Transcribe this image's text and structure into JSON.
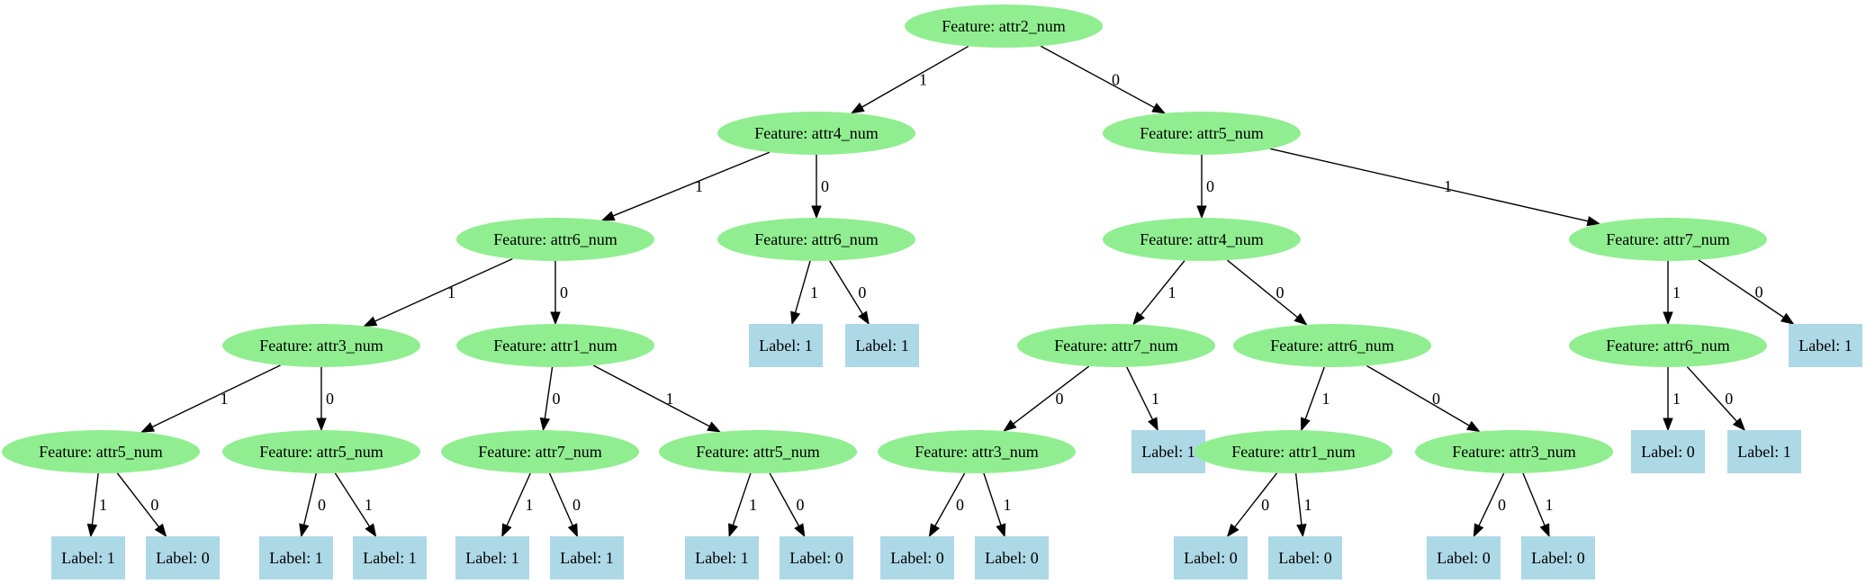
{
  "colors": {
    "feature_fill": "#90ee90",
    "leaf_fill": "#add8e6",
    "edge": "#000000",
    "text": "#000000"
  },
  "nodes": [
    {
      "id": "n0",
      "kind": "feature",
      "label": "Feature: attr2_num"
    },
    {
      "id": "n1",
      "kind": "feature",
      "label": "Feature: attr4_num"
    },
    {
      "id": "n2",
      "kind": "feature",
      "label": "Feature: attr5_num"
    },
    {
      "id": "n3",
      "kind": "feature",
      "label": "Feature: attr6_num"
    },
    {
      "id": "n4",
      "kind": "feature",
      "label": "Feature: attr6_num"
    },
    {
      "id": "n5",
      "kind": "feature",
      "label": "Feature: attr4_num"
    },
    {
      "id": "n6",
      "kind": "feature",
      "label": "Feature: attr7_num"
    },
    {
      "id": "n7",
      "kind": "feature",
      "label": "Feature: attr3_num"
    },
    {
      "id": "n8",
      "kind": "feature",
      "label": "Feature: attr1_num"
    },
    {
      "id": "n9",
      "kind": "leaf",
      "label": "Label: 1"
    },
    {
      "id": "n10",
      "kind": "leaf",
      "label": "Label: 1"
    },
    {
      "id": "n11",
      "kind": "feature",
      "label": "Feature: attr7_num"
    },
    {
      "id": "n12",
      "kind": "feature",
      "label": "Feature: attr6_num"
    },
    {
      "id": "n13",
      "kind": "feature",
      "label": "Feature: attr6_num"
    },
    {
      "id": "n14",
      "kind": "leaf",
      "label": "Label: 1"
    },
    {
      "id": "n15",
      "kind": "feature",
      "label": "Feature: attr5_num"
    },
    {
      "id": "n16",
      "kind": "feature",
      "label": "Feature: attr5_num"
    },
    {
      "id": "n17",
      "kind": "feature",
      "label": "Feature: attr7_num"
    },
    {
      "id": "n18",
      "kind": "feature",
      "label": "Feature: attr5_num"
    },
    {
      "id": "n19",
      "kind": "feature",
      "label": "Feature: attr3_num"
    },
    {
      "id": "n20",
      "kind": "leaf",
      "label": "Label: 1"
    },
    {
      "id": "n21",
      "kind": "feature",
      "label": "Feature: attr1_num"
    },
    {
      "id": "n22",
      "kind": "feature",
      "label": "Feature: attr3_num"
    },
    {
      "id": "n23",
      "kind": "leaf",
      "label": "Label: 0"
    },
    {
      "id": "n24",
      "kind": "leaf",
      "label": "Label: 1"
    },
    {
      "id": "n25",
      "kind": "leaf",
      "label": "Label: 1"
    },
    {
      "id": "n26",
      "kind": "leaf",
      "label": "Label: 0"
    },
    {
      "id": "n27",
      "kind": "leaf",
      "label": "Label: 1"
    },
    {
      "id": "n28",
      "kind": "leaf",
      "label": "Label: 1"
    },
    {
      "id": "n29",
      "kind": "leaf",
      "label": "Label: 1"
    },
    {
      "id": "n30",
      "kind": "leaf",
      "label": "Label: 1"
    },
    {
      "id": "n31",
      "kind": "leaf",
      "label": "Label: 1"
    },
    {
      "id": "n32",
      "kind": "leaf",
      "label": "Label: 0"
    },
    {
      "id": "n33",
      "kind": "leaf",
      "label": "Label: 0"
    },
    {
      "id": "n34",
      "kind": "leaf",
      "label": "Label: 0"
    },
    {
      "id": "n35",
      "kind": "leaf",
      "label": "Label: 0"
    },
    {
      "id": "n36",
      "kind": "leaf",
      "label": "Label: 0"
    },
    {
      "id": "n37",
      "kind": "leaf",
      "label": "Label: 0"
    },
    {
      "id": "n38",
      "kind": "leaf",
      "label": "Label: 0"
    }
  ],
  "edges": [
    {
      "from": "n0",
      "to": "n1",
      "label": "1"
    },
    {
      "from": "n0",
      "to": "n2",
      "label": "0"
    },
    {
      "from": "n1",
      "to": "n3",
      "label": "1"
    },
    {
      "from": "n1",
      "to": "n4",
      "label": "0"
    },
    {
      "from": "n2",
      "to": "n5",
      "label": "0"
    },
    {
      "from": "n2",
      "to": "n6",
      "label": "1"
    },
    {
      "from": "n3",
      "to": "n7",
      "label": "1"
    },
    {
      "from": "n3",
      "to": "n8",
      "label": "0"
    },
    {
      "from": "n4",
      "to": "n9",
      "label": "1"
    },
    {
      "from": "n4",
      "to": "n10",
      "label": "0"
    },
    {
      "from": "n5",
      "to": "n11",
      "label": "1"
    },
    {
      "from": "n5",
      "to": "n12",
      "label": "0"
    },
    {
      "from": "n6",
      "to": "n13",
      "label": "1"
    },
    {
      "from": "n6",
      "to": "n14",
      "label": "0"
    },
    {
      "from": "n7",
      "to": "n15",
      "label": "1"
    },
    {
      "from": "n7",
      "to": "n16",
      "label": "0"
    },
    {
      "from": "n8",
      "to": "n17",
      "label": "0"
    },
    {
      "from": "n8",
      "to": "n18",
      "label": "1"
    },
    {
      "from": "n11",
      "to": "n19",
      "label": "0"
    },
    {
      "from": "n11",
      "to": "n20",
      "label": "1"
    },
    {
      "from": "n12",
      "to": "n21",
      "label": "1"
    },
    {
      "from": "n12",
      "to": "n22",
      "label": "0"
    },
    {
      "from": "n13",
      "to": "n23",
      "label": "1"
    },
    {
      "from": "n13",
      "to": "n24",
      "label": "0"
    },
    {
      "from": "n15",
      "to": "n25",
      "label": "1"
    },
    {
      "from": "n15",
      "to": "n26",
      "label": "0"
    },
    {
      "from": "n16",
      "to": "n27",
      "label": "0"
    },
    {
      "from": "n16",
      "to": "n28",
      "label": "1"
    },
    {
      "from": "n17",
      "to": "n29",
      "label": "1"
    },
    {
      "from": "n17",
      "to": "n30",
      "label": "0"
    },
    {
      "from": "n18",
      "to": "n31",
      "label": "1"
    },
    {
      "from": "n18",
      "to": "n32",
      "label": "0"
    },
    {
      "from": "n19",
      "to": "n33",
      "label": "0"
    },
    {
      "from": "n19",
      "to": "n34",
      "label": "1"
    },
    {
      "from": "n21",
      "to": "n35",
      "label": "0"
    },
    {
      "from": "n21",
      "to": "n36",
      "label": "1"
    },
    {
      "from": "n22",
      "to": "n37",
      "label": "0"
    },
    {
      "from": "n22",
      "to": "n38",
      "label": "1"
    }
  ]
}
